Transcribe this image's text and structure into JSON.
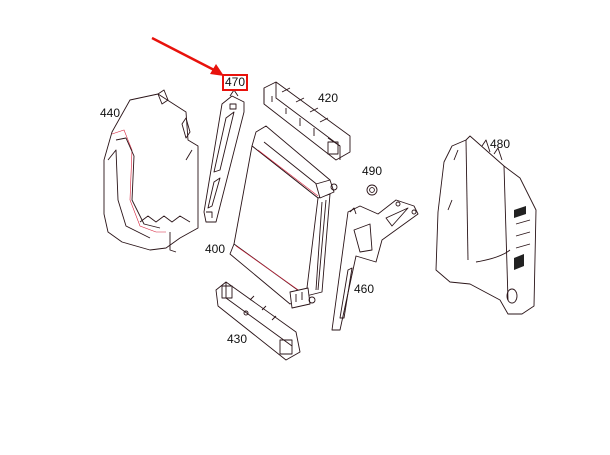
{
  "diagram": {
    "type": "exploded-parts-diagram",
    "highlight_color": "#e8120c",
    "line_color": "#2a1418",
    "selected_part": "470",
    "callouts": [
      {
        "id": "470",
        "label": "470",
        "highlighted": true
      },
      {
        "id": "420",
        "label": "420",
        "highlighted": false
      },
      {
        "id": "440",
        "label": "440",
        "highlighted": false
      },
      {
        "id": "490",
        "label": "490",
        "highlighted": false
      },
      {
        "id": "480",
        "label": "480",
        "highlighted": false
      },
      {
        "id": "400",
        "label": "400",
        "highlighted": false
      },
      {
        "id": "460",
        "label": "460",
        "highlighted": false
      },
      {
        "id": "430",
        "label": "430",
        "highlighted": false
      }
    ]
  }
}
